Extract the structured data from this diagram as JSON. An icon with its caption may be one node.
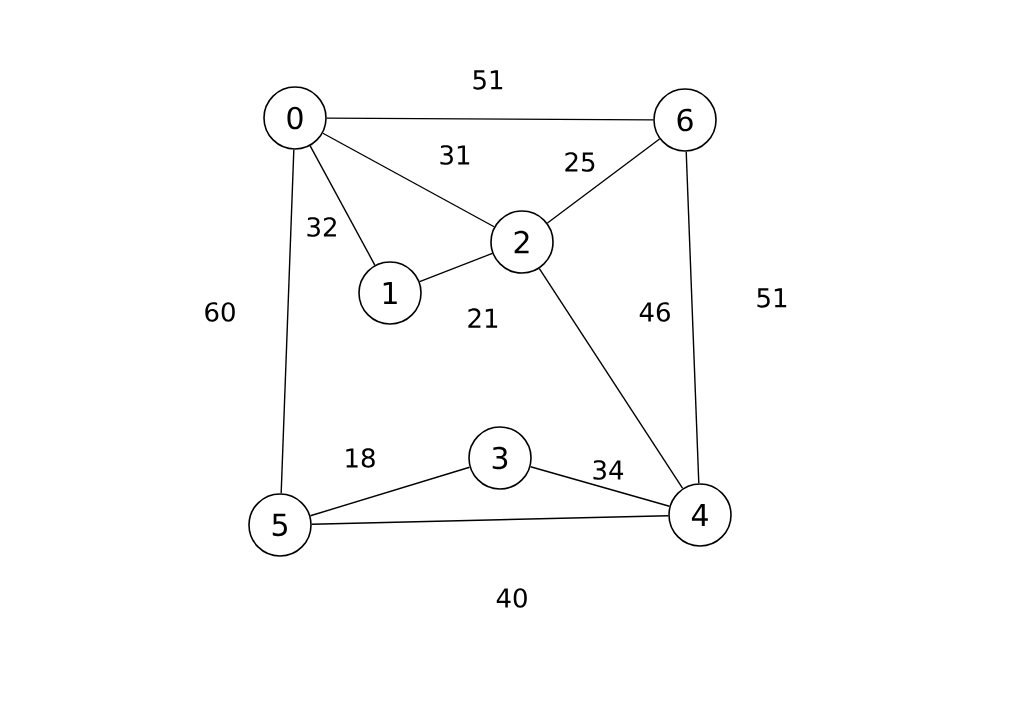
{
  "diagram": {
    "nodes": [
      {
        "text": [
          "0"
        ]
      },
      {
        "text": [
          "1"
        ]
      },
      {
        "text": [
          "2"
        ]
      },
      {
        "text": [
          "3"
        ]
      },
      {
        "text": [
          "4"
        ]
      },
      {
        "text": [
          "5"
        ]
      },
      {
        "text": [
          "6"
        ]
      }
    ],
    "edges": [
      {
        "from": 0,
        "to": 6,
        "arrow": "none",
        "label": "51"
      },
      {
        "from": 0,
        "to": 2,
        "arrow": "none",
        "label": "31"
      },
      {
        "from": 0,
        "to": 1,
        "arrow": "none",
        "label": "32"
      },
      {
        "from": 0,
        "to": 5,
        "arrow": "none",
        "label": "60"
      },
      {
        "from": 6,
        "to": 2,
        "arrow": "none",
        "label": "25"
      },
      {
        "from": 6,
        "to": 4,
        "arrow": "none",
        "label": "51"
      },
      {
        "from": 1,
        "to": 2,
        "arrow": "none",
        "label": "21"
      },
      {
        "from": 2,
        "to": 4,
        "arrow": "none",
        "label": "46"
      },
      {
        "from": 5,
        "to": 3,
        "arrow": "none",
        "label": "18"
      },
      {
        "from": 3,
        "to": 4,
        "arrow": "none",
        "label": "34"
      },
      {
        "from": 5,
        "to": 4,
        "arrow": "none",
        "label": "40"
      }
    ]
  }
}
